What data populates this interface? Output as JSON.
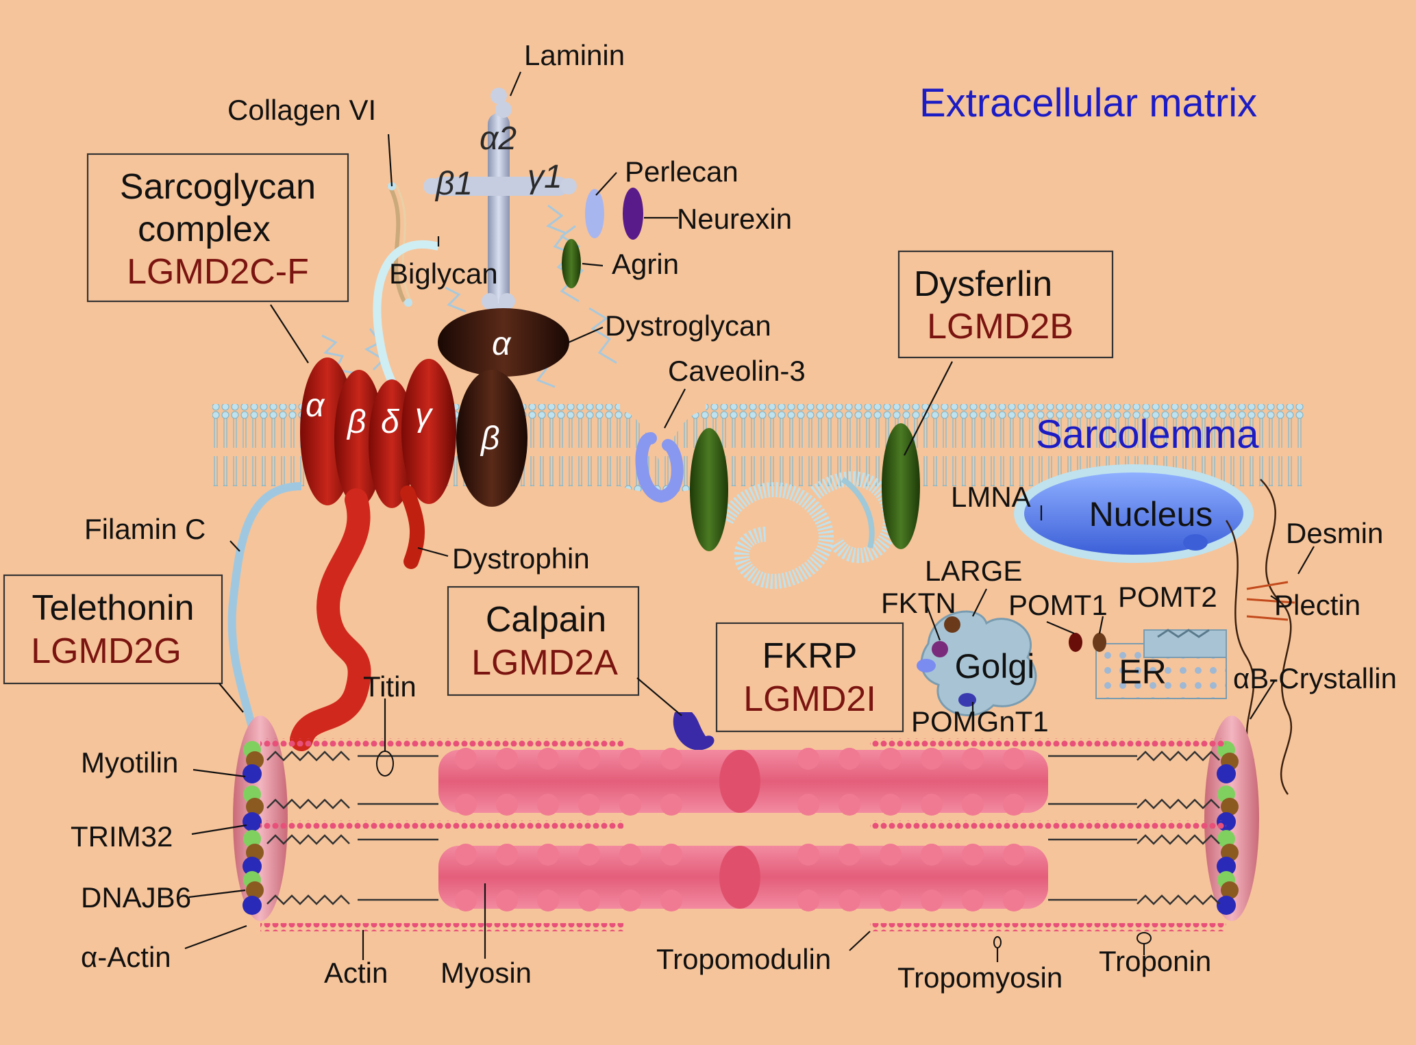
{
  "regions": {
    "extracellular": "Extracellular matrix",
    "sarcolemma": "Sarcolemma"
  },
  "boxes": {
    "sarcoglycan": {
      "title_line1": "Sarcoglycan",
      "title_line2": "complex",
      "disease": "LGMD2C-F"
    },
    "dysferlin": {
      "title": "Dysferlin",
      "disease": "LGMD2B"
    },
    "telethonin": {
      "title": "Telethonin",
      "disease": "LGMD2G"
    },
    "calpain": {
      "title": "Calpain",
      "disease": "LGMD2A"
    },
    "fkrp": {
      "title": "FKRP",
      "disease": "LGMD2I"
    }
  },
  "labels": {
    "laminin": "Laminin",
    "collagen_vi": "Collagen VI",
    "perlecan": "Perlecan",
    "neurexin": "Neurexin",
    "agrin": "Agrin",
    "biglycan": "Biglycan",
    "dystroglycan": "Dystroglycan",
    "caveolin3": "Caveolin-3",
    "filamin_c": "Filamin C",
    "dystrophin": "Dystrophin",
    "lmna": "LMNA",
    "nucleus": "Nucleus",
    "desmin": "Desmin",
    "large": "LARGE",
    "fktn": "FKTN",
    "pomt1": "POMT1",
    "pomt2": "POMT2",
    "plectin": "Plectin",
    "golgi": "Golgi",
    "er": "ER",
    "ab_crystallin": "αB-Crystallin",
    "pomgnt1": "POMGnT1",
    "titin": "Titin",
    "myotilin": "Myotilin",
    "trim32": "TRIM32",
    "dnajb6": "DNAJB6",
    "a_actin": "α-Actin",
    "actin": "Actin",
    "myosin": "Myosin",
    "tropomodulin": "Tropomodulin",
    "tropomyosin": "Tropomyosin",
    "troponin": "Troponin"
  },
  "greek": {
    "laminin_a2": "α2",
    "laminin_b1": "β1",
    "laminin_g1": "γ1",
    "dg_alpha": "α",
    "dg_beta": "β",
    "sg_alpha": "α",
    "sg_beta": "β",
    "sg_delta": "δ",
    "sg_gamma": "γ"
  },
  "colors": {
    "background": "#f6c49a",
    "sarcoglycan": "#b01810",
    "dystroglycan": "#3a1a10",
    "membrane": "#a9d4e6",
    "nucleus": "#5a84ee",
    "sarcomere": "#ef6f88",
    "dysferlin": "#2f5a14",
    "title_blue": "#1c1cc4",
    "disease_red": "#7a1410"
  }
}
